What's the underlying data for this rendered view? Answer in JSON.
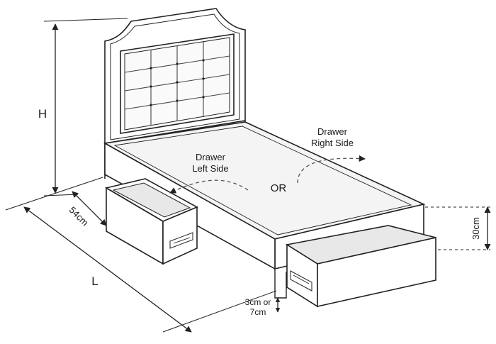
{
  "labels": {
    "height": "H",
    "length": "L",
    "depth": "54cm",
    "drawer_height": "30cm",
    "clearance_line1": "3cm or",
    "clearance_line2": "7cm",
    "drawer_left_line1": "Drawer",
    "drawer_left_line2": "Left Side",
    "drawer_right_line1": "Drawer",
    "drawer_right_line2": "Right Side",
    "or": "OR"
  },
  "colors": {
    "line": "#222222",
    "fill": "#ffffff",
    "top_fill": "#f4f4f4",
    "shade": "#dcdcdc"
  }
}
